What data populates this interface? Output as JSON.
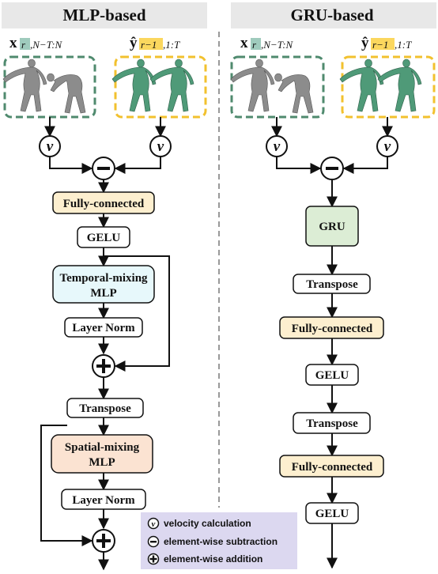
{
  "headers": {
    "left": "MLP-based",
    "right": "GRU-based"
  },
  "inputs": {
    "x_main": "x",
    "x_sub": ",N−T:N",
    "x_highlight": "r",
    "y_main": "ŷ",
    "y_sub": ",1:T",
    "y_highlight": "r−1"
  },
  "symbols": {
    "velocity": "v",
    "minus": "−",
    "plus": "+"
  },
  "mlp_blocks": {
    "fc": "Fully-connected",
    "gelu": "GELU",
    "temporal_1": "Temporal-mixing",
    "temporal_2": "MLP",
    "layernorm1": "Layer Norm",
    "transpose": "Transpose",
    "spatial_1": "Spatial-mixing",
    "spatial_2": "MLP",
    "layernorm2": "Layer Norm"
  },
  "gru_blocks": {
    "gru": "GRU",
    "transpose1": "Transpose",
    "fc1": "Fully-connected",
    "gelu1": "GELU",
    "transpose2": "Transpose",
    "fc2": "Fully-connected",
    "gelu2": "GELU"
  },
  "legend": {
    "velocity": "velocity calculation",
    "subtraction": "element-wise subtraction",
    "addition": "element-wise addition"
  },
  "colors": {
    "header_bg": "#e8e8e8",
    "fc_fill": "#fdefcf",
    "temporal_fill": "#e7f8fb",
    "spatial_fill": "#fbe3d2",
    "gru_fill": "#dcedd5",
    "legend_bg": "#dcd8f0",
    "dash_green": "#4f8a6e",
    "dash_yellow": "#f2c12e",
    "hl_teal": "#9fcbbd",
    "hl_yellow": "#fbd75e",
    "figure_gray": "#8c8c8c",
    "figure_green": "#4f9a78"
  }
}
